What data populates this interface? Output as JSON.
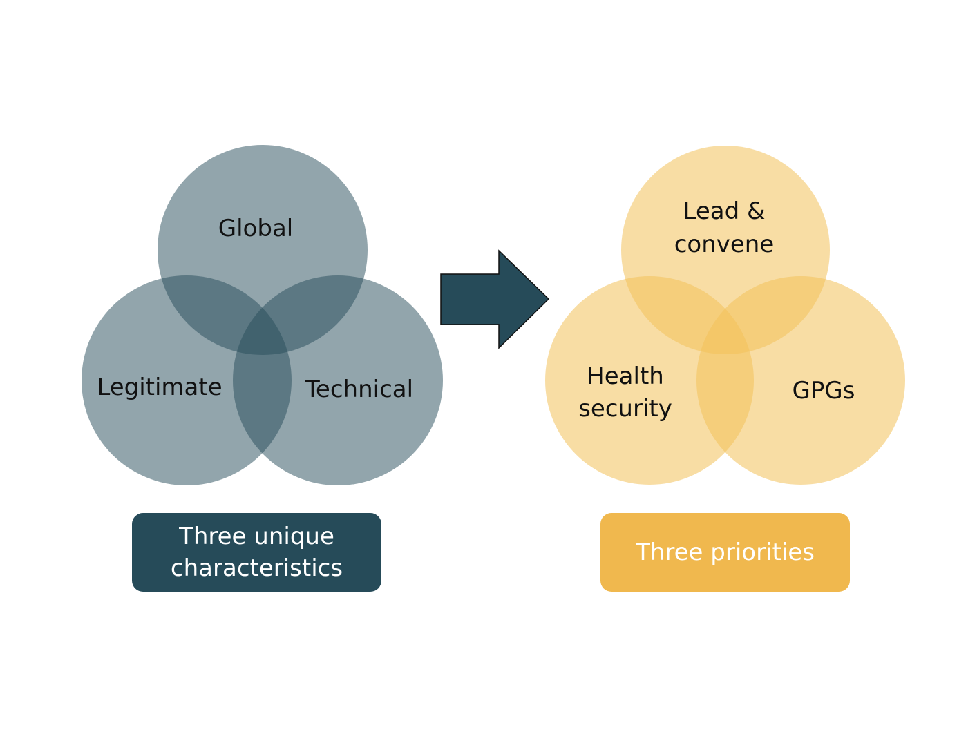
{
  "left_venn": {
    "fill_color": "#264b59",
    "circles": [
      {
        "id": "top",
        "label_lines": [
          "Global"
        ]
      },
      {
        "id": "left",
        "label_lines": [
          "Legitimate"
        ]
      },
      {
        "id": "right",
        "label_lines": [
          "Technical"
        ]
      }
    ]
  },
  "arrow": {
    "color": "#264b59",
    "direction": "right"
  },
  "right_venn": {
    "fill_color": "#f3c15a",
    "circles": [
      {
        "id": "top",
        "label_lines": [
          "Lead &",
          "convene"
        ]
      },
      {
        "id": "left",
        "label_lines": [
          "Health",
          "security"
        ]
      },
      {
        "id": "right",
        "label_lines": [
          "GPGs"
        ]
      }
    ]
  },
  "boxes": {
    "left": {
      "lines": [
        "Three unique",
        "characteristics"
      ],
      "color": "#264b59"
    },
    "right": {
      "lines": [
        "Three priorities"
      ],
      "color": "#f0b84e"
    }
  }
}
